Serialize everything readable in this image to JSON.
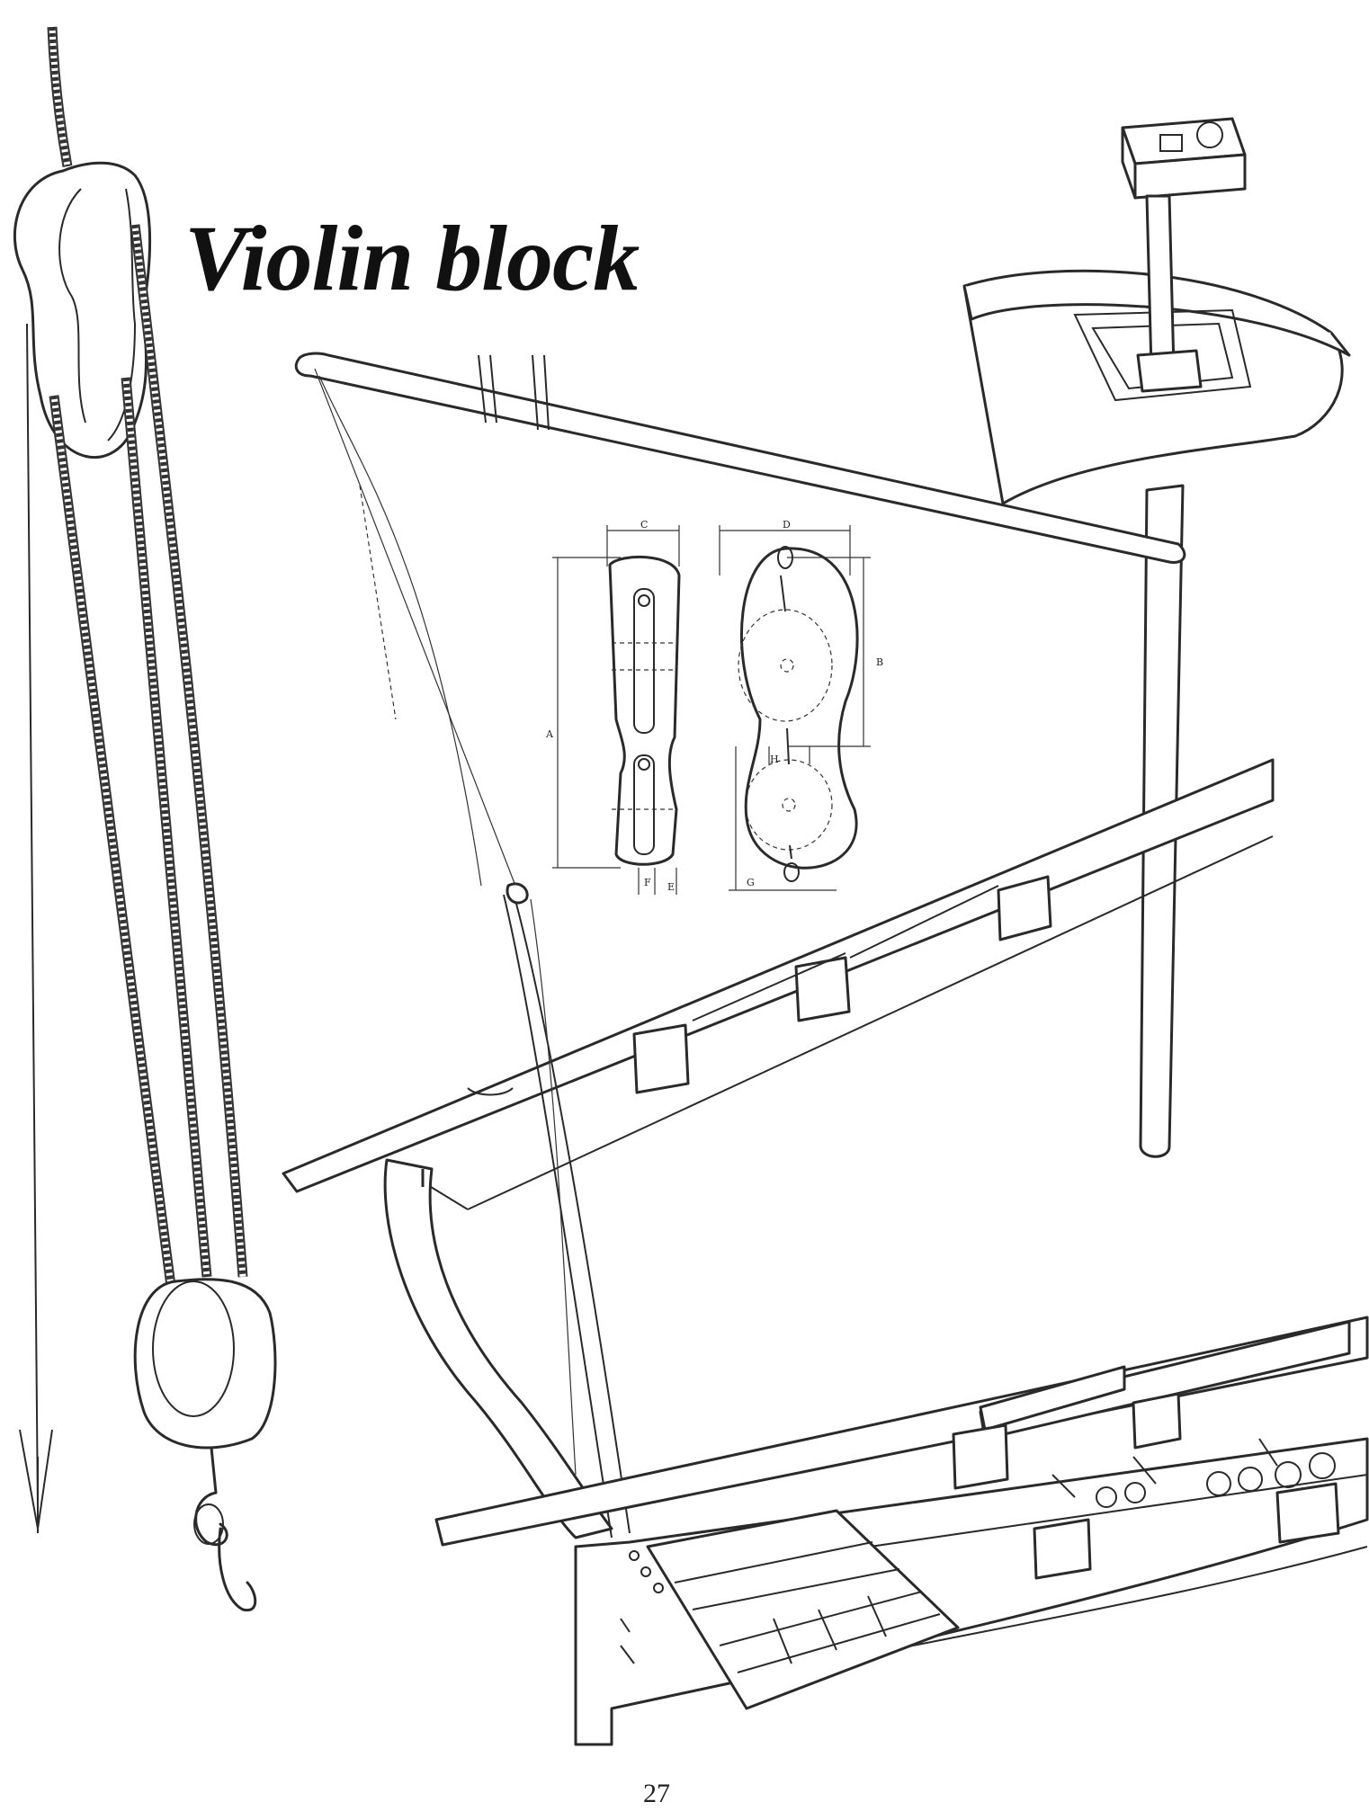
{
  "title": "Violin block",
  "page_number": "27",
  "dimension_labels": [
    "A",
    "B",
    "C",
    "D",
    "E",
    "F",
    "G",
    "H"
  ],
  "icons": [
    "rope-tackle-illustration",
    "hook-icon",
    "arrow-down-icon",
    "violin-block-detail",
    "ship-bow-illustration"
  ]
}
